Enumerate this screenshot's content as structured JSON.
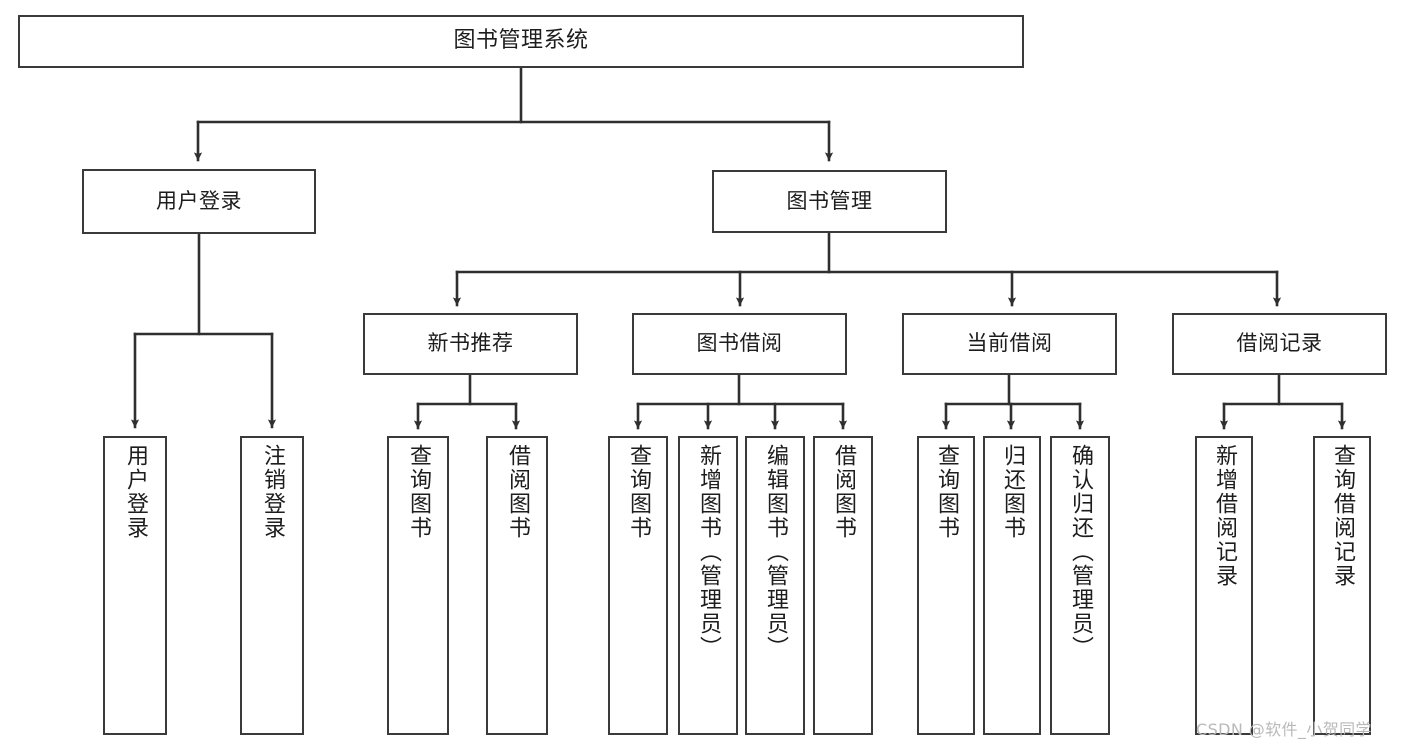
{
  "diagram": {
    "title": "图书管理系统",
    "type": "hierarchy-tree",
    "stroke_color": "#3a3a3a",
    "text_color": "#1d1d1d",
    "background": "#ffffff"
  },
  "nodes": {
    "root": {
      "label": "图书管理系统"
    },
    "level2": [
      {
        "id": "user-login",
        "label": "用户登录"
      },
      {
        "id": "book-manage",
        "label": "图书管理"
      }
    ],
    "level3": [
      {
        "id": "new-book-rec",
        "label": "新书推荐"
      },
      {
        "id": "book-borrow",
        "label": "图书借阅"
      },
      {
        "id": "current-borrow",
        "label": "当前借阅"
      },
      {
        "id": "borrow-record",
        "label": "借阅记录"
      }
    ],
    "leaves": {
      "user_login": [
        {
          "id": "leaf-user-login",
          "label": "用户登录"
        },
        {
          "id": "leaf-logout-login",
          "label": "注销登录"
        }
      ],
      "new_book_rec": [
        {
          "id": "leaf-query-book-1",
          "label": "查询图书"
        },
        {
          "id": "leaf-borrow-book-1",
          "label": "借阅图书"
        }
      ],
      "book_borrow": [
        {
          "id": "leaf-query-book-2",
          "label": "查询图书"
        },
        {
          "id": "leaf-add-book",
          "label": "新增图书（管理员）"
        },
        {
          "id": "leaf-edit-book",
          "label": "编辑图书（管理员）"
        },
        {
          "id": "leaf-borrow-book-2",
          "label": "借阅图书"
        }
      ],
      "current_borrow": [
        {
          "id": "leaf-query-book-3",
          "label": "查询图书"
        },
        {
          "id": "leaf-return-book",
          "label": "归还图书"
        },
        {
          "id": "leaf-confirm-return",
          "label": "确认归还（管理员）"
        }
      ],
      "borrow_record": [
        {
          "id": "leaf-add-record",
          "label": "新增借阅记录"
        },
        {
          "id": "leaf-query-record",
          "label": "查询借阅记录"
        }
      ]
    }
  },
  "watermark": {
    "text": "CSDN @软件_小贺同学",
    "color": "#b9b9b9"
  }
}
